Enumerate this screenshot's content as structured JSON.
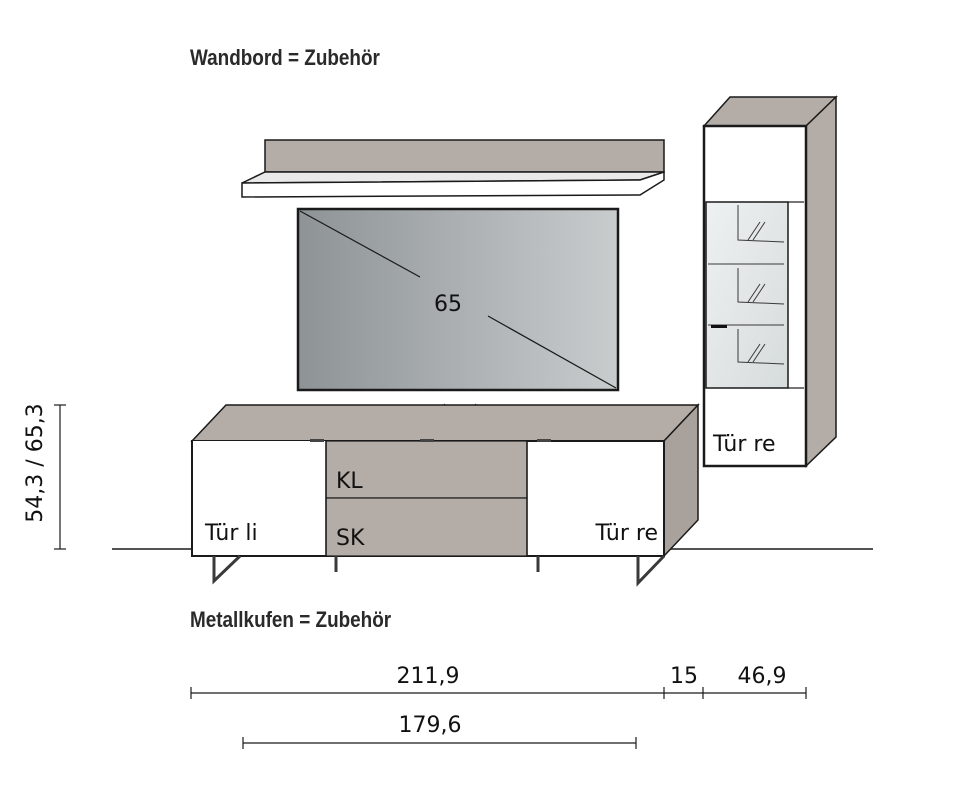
{
  "annotations": {
    "wall_shelf": "Wandbord = Zubehör",
    "metal_runners": "Metallkufen = Zubehör"
  },
  "tv": {
    "size": "65"
  },
  "sideboard": {
    "door_left": "Tür li",
    "door_right": "Tür re",
    "drawer_top": "KL",
    "drawer_bottom": "SK"
  },
  "vitrine": {
    "door": "Tür re"
  },
  "dimensions": {
    "height": "54,3 / 65,3",
    "sideboard_width": "211,9",
    "gap": "15",
    "vitrine_width": "46,9",
    "runner_width": "179,6"
  },
  "colors": {
    "furniture_taupe": "#b4ada7",
    "outline": "#1a1a1a",
    "glass": "#dfe3e3",
    "screen_dark": "#8e9396",
    "screen_light": "#c8cccd"
  }
}
